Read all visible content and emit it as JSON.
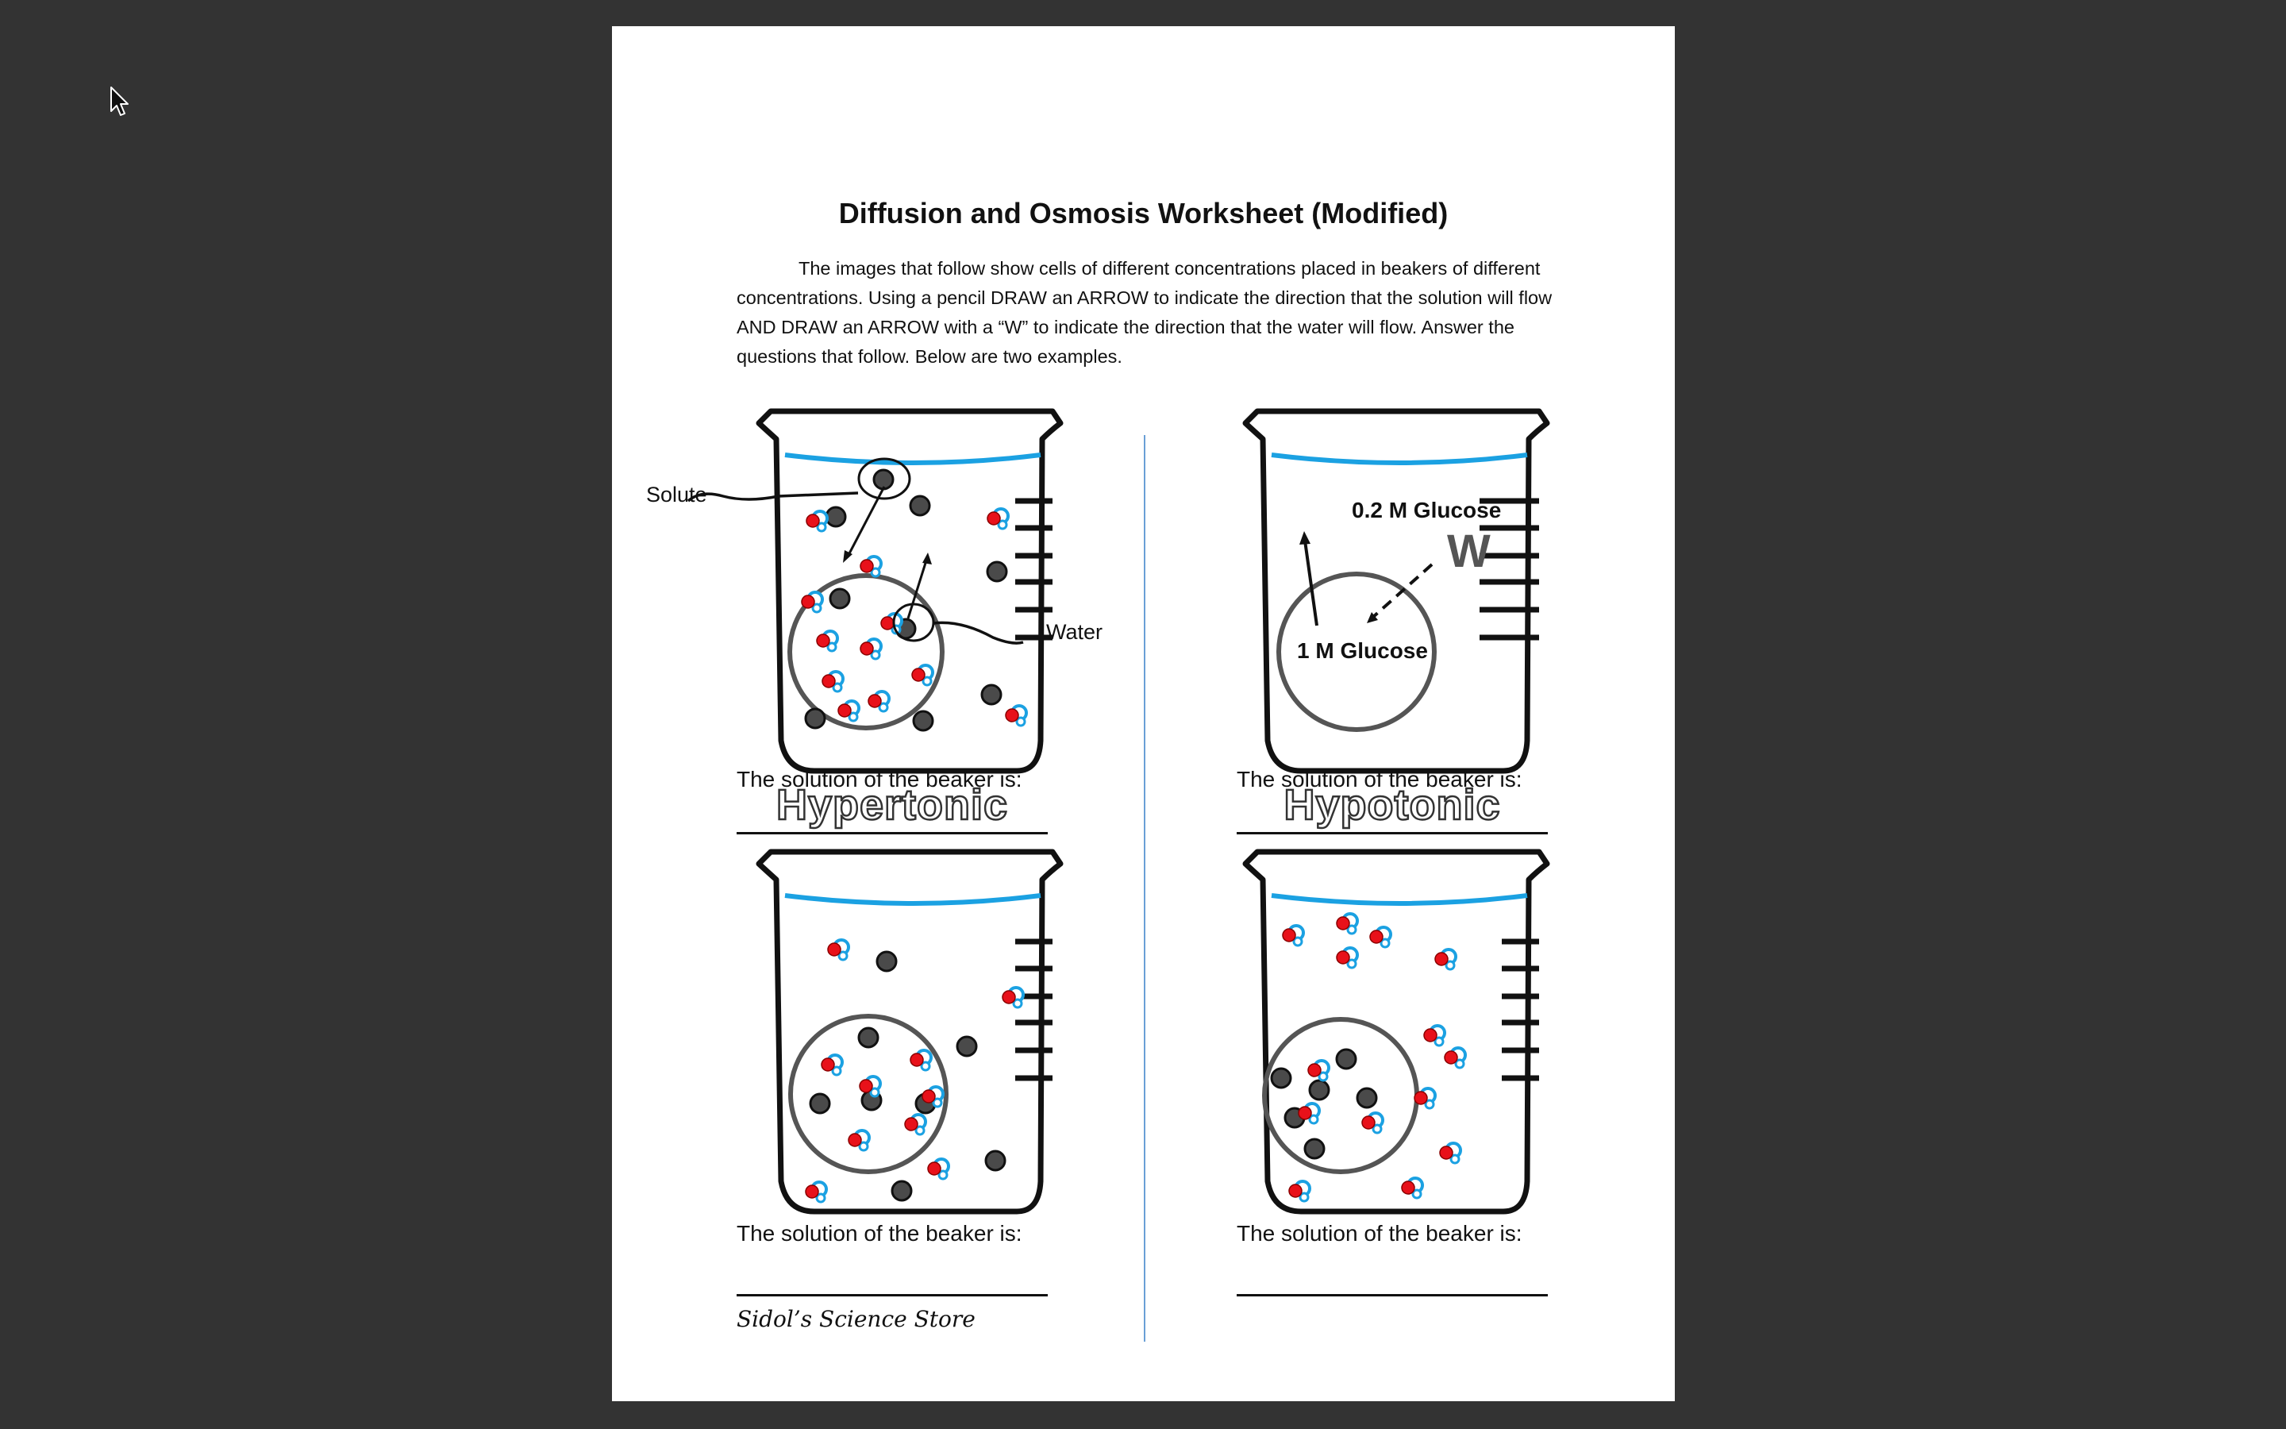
{
  "worksheet": {
    "title": "Diffusion and Osmosis Worksheet (Modified)",
    "intro": "The images that follow show cells of different concentrations placed in beakers of different concentrations.  Using a pencil DRAW an ARROW to indicate the direction that the solution will flow AND DRAW an ARROW with a “W” to indicate the direction that the water will flow.  Answer the questions that follow.  Below are two examples.",
    "prompt": "The solution of the beaker is:",
    "examples": [
      {
        "answer": "Hypertonic",
        "solute_label": "Solute",
        "water_label": "Water"
      },
      {
        "answer": "Hypotonic",
        "outside_conc": "0.2 M Glucose",
        "cell_conc": "1 M Glucose",
        "water_mark": "W"
      }
    ],
    "footer": "Sidol’s Science Store"
  },
  "colors": {
    "water_line": "#1ba1e2",
    "solute": "#4a4a4a",
    "oxygen": "#e8111a",
    "hydrogen": "#1ba1e2",
    "divider": "#6a9fd6"
  },
  "icons": {
    "cursor": "mouse-pointer-icon"
  }
}
